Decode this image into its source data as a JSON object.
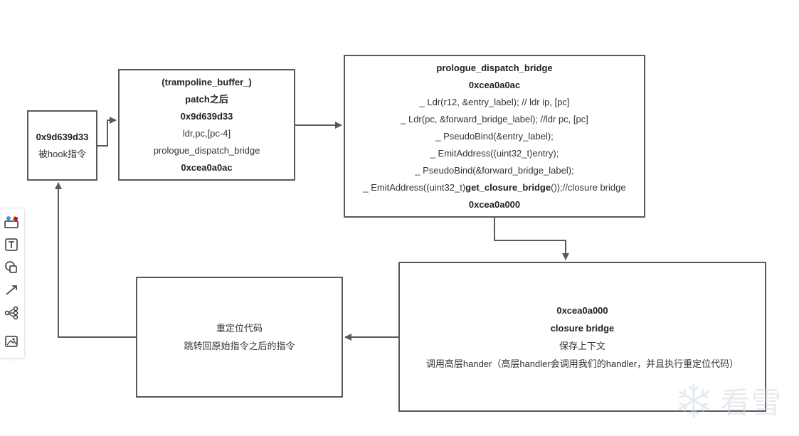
{
  "nodes": {
    "hooked": [
      "0x9d639d33",
      "被hook指令"
    ],
    "patched": [
      "(trampoline_buffer_)",
      "patch之后",
      "0x9d639d33",
      "ldr,pc,[pc-4]",
      "prologue_dispatch_bridge",
      "0xcea0a0ac"
    ],
    "dispatch": {
      "title": "prologue_dispatch_bridge",
      "addr": "0xcea0a0ac",
      "code": [
        "_ Ldr(r12, &entry_label); //  ldr ip, [pc]",
        "_ Ldr(pc, &forward_bridge_label); //ldr pc, [pc]",
        "_ PseudoBind(&entry_label);",
        "_ EmitAddress((uint32_t)entry);",
        "_ PseudoBind(&forward_bridge_label);"
      ],
      "last_pre": "_ EmitAddress((uint32_t)",
      "last_bold": "get_closure_bridge",
      "last_post": "());//closure bridge",
      "end_addr": "0xcea0a000"
    },
    "closure": [
      "0xcea0a000",
      "closure bridge",
      "保存上下文",
      "调用高层hander（高层handler会调用我们的handler，并且执行重定位代码）"
    ],
    "relocate": [
      "重定位代码",
      "跳转回原始指令之后的指令"
    ]
  },
  "toolbar": [
    "shapes-icon",
    "text-icon",
    "shape-overlap-icon",
    "arrow-line-icon",
    "mindmap-icon",
    "image-icon"
  ],
  "watermark": "看雪",
  "colors": {
    "border": "#595959",
    "text": "#333333"
  }
}
